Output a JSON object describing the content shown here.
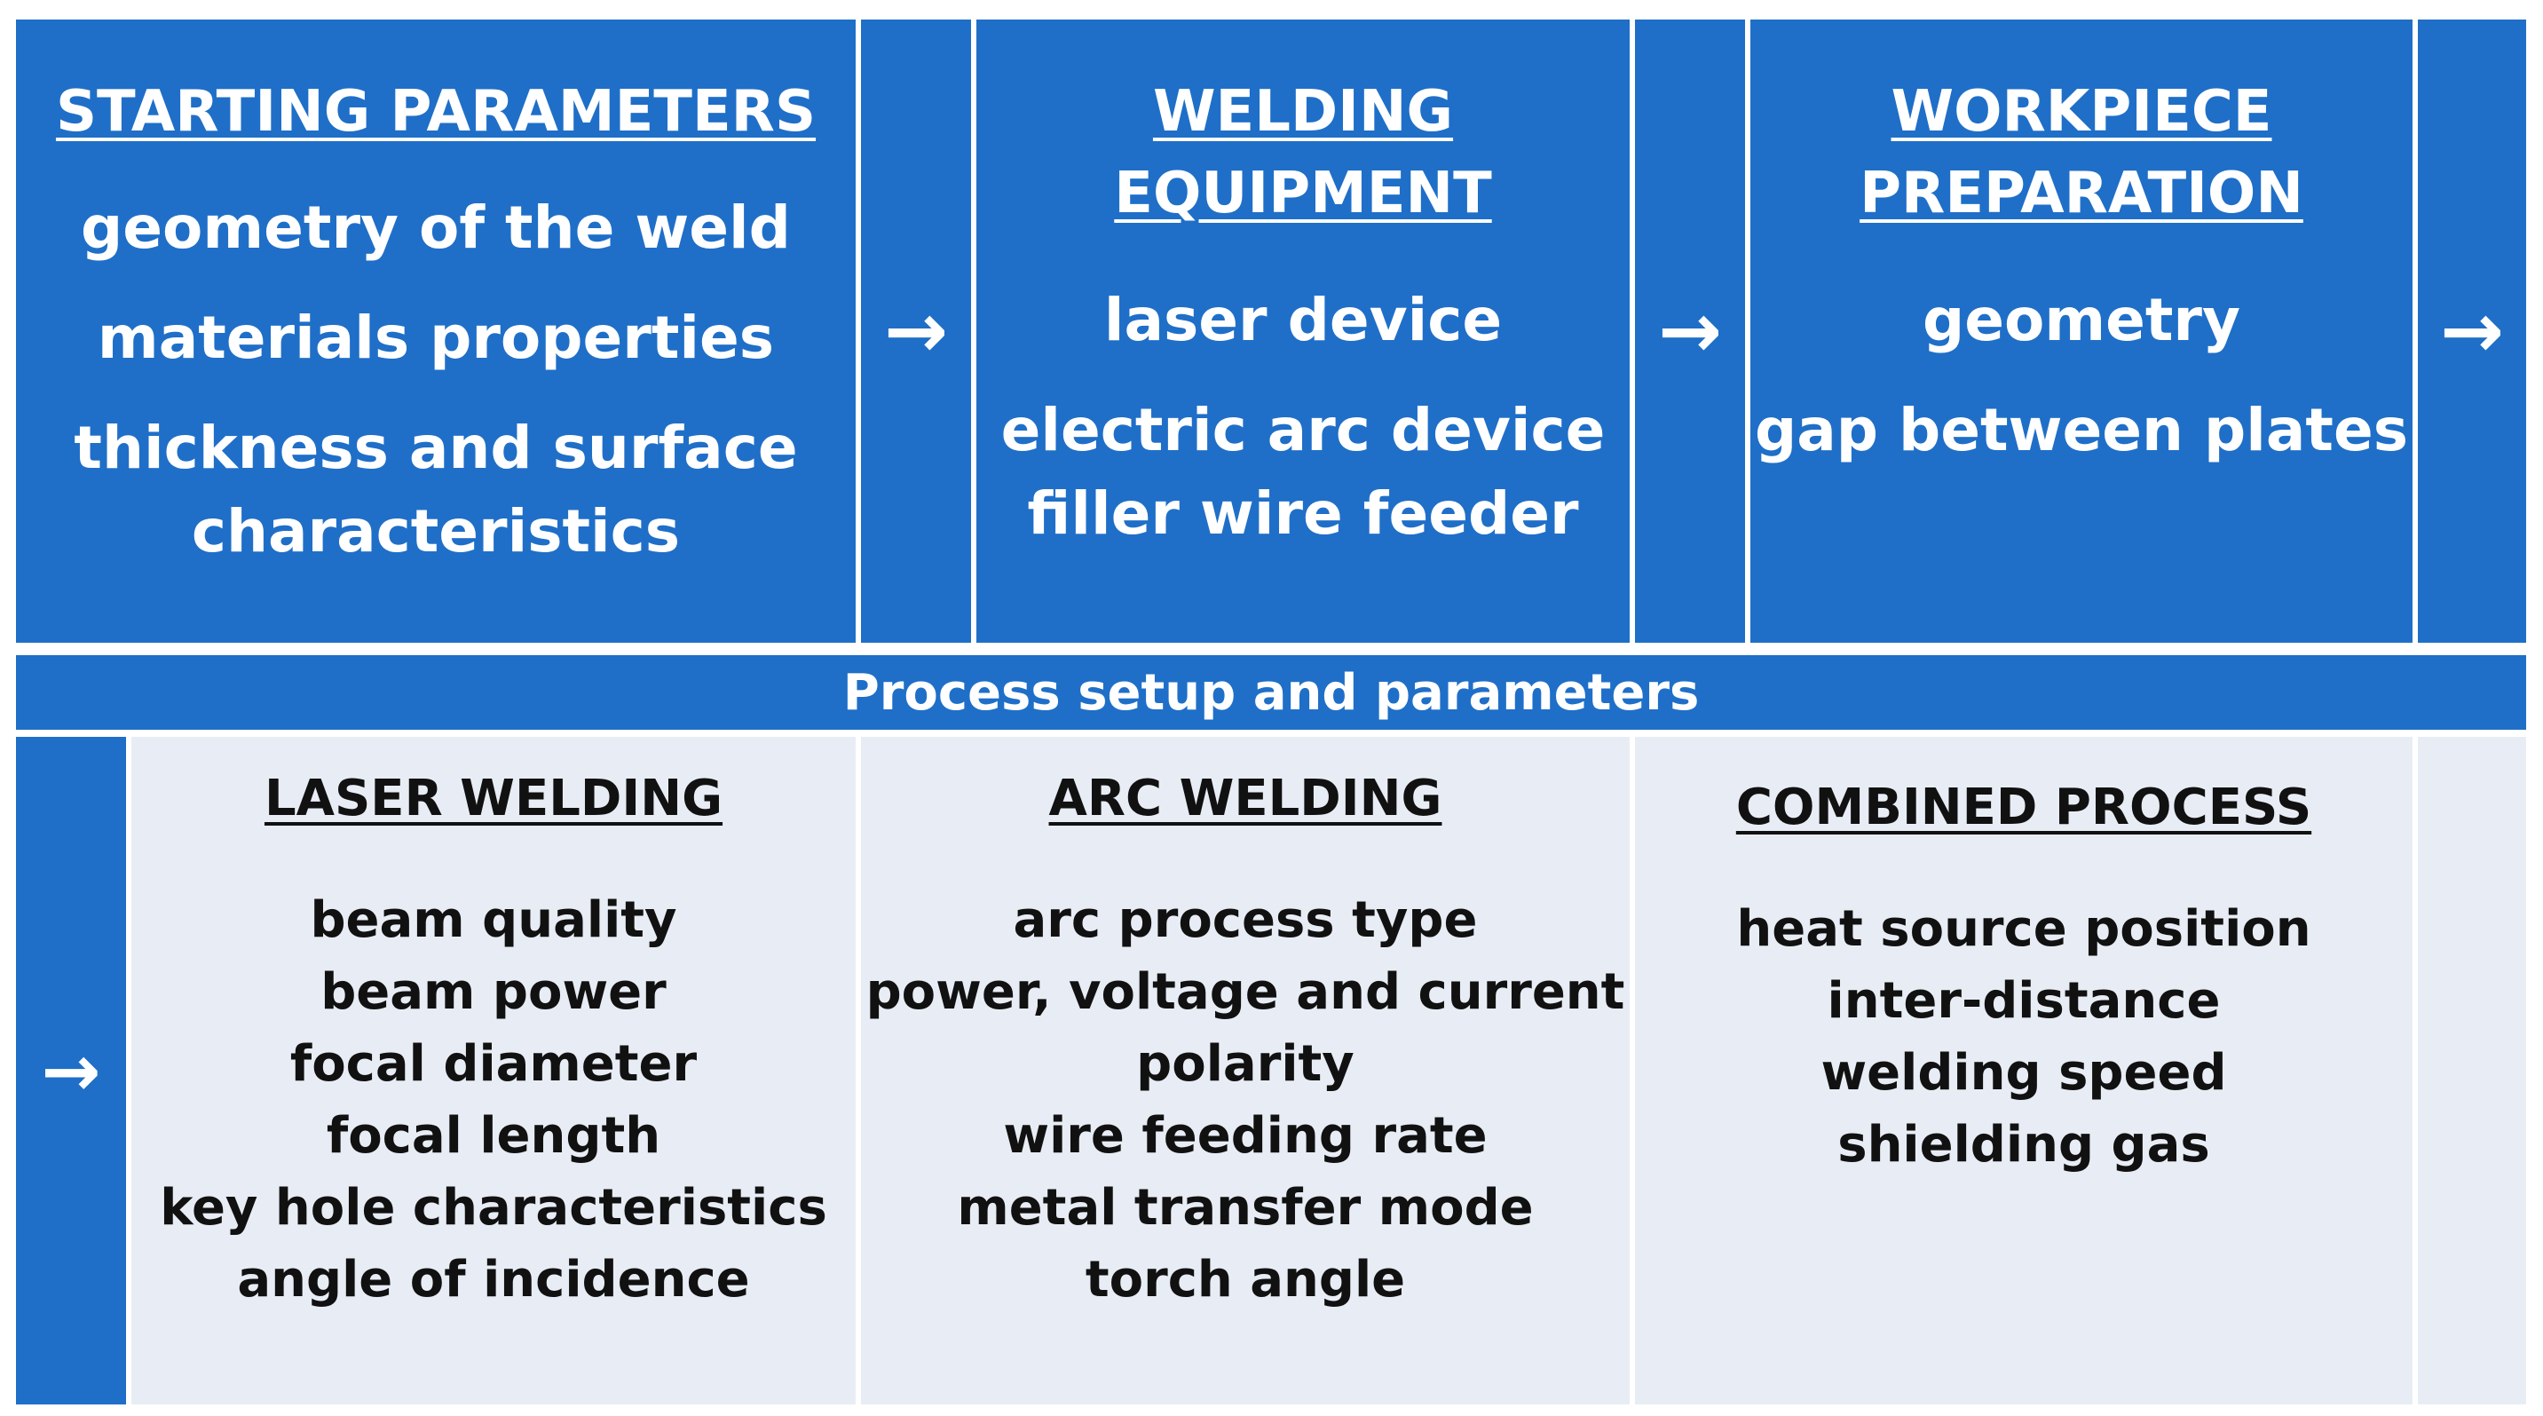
{
  "top": {
    "starting": {
      "title": "STARTING PARAMETERS",
      "items": [
        "geometry of the weld",
        "materials properties",
        "thickness and surface\ncharacteristics"
      ]
    },
    "equipment": {
      "title": "WELDING\nEQUIPMENT",
      "items": [
        "laser device",
        "electric arc device\nfiller wire feeder"
      ]
    },
    "workpiece": {
      "title": "WORKPIECE\nPREPARATION",
      "items": [
        "geometry",
        "gap between plates"
      ]
    },
    "arrow": "→"
  },
  "banner": "Process setup and parameters",
  "bottom": {
    "arrow": "→",
    "laser": {
      "title": "LASER WELDING",
      "items": [
        "beam quality",
        "beam power",
        "focal diameter",
        "focal length",
        "key hole characteristics",
        "angle of incidence"
      ]
    },
    "arc": {
      "title": "ARC WELDING",
      "items": [
        "arc process type",
        "power, voltage and current",
        "polarity",
        "wire feeding rate",
        "metal transfer mode",
        "torch angle"
      ]
    },
    "combined": {
      "title": "COMBINED PROCESS",
      "items": [
        "heat source position",
        "inter-distance",
        "welding speed",
        "shielding gas"
      ]
    }
  },
  "colors": {
    "blue": "#1f6fc8",
    "light": "#e8edf5",
    "dark_text": "#111111"
  }
}
